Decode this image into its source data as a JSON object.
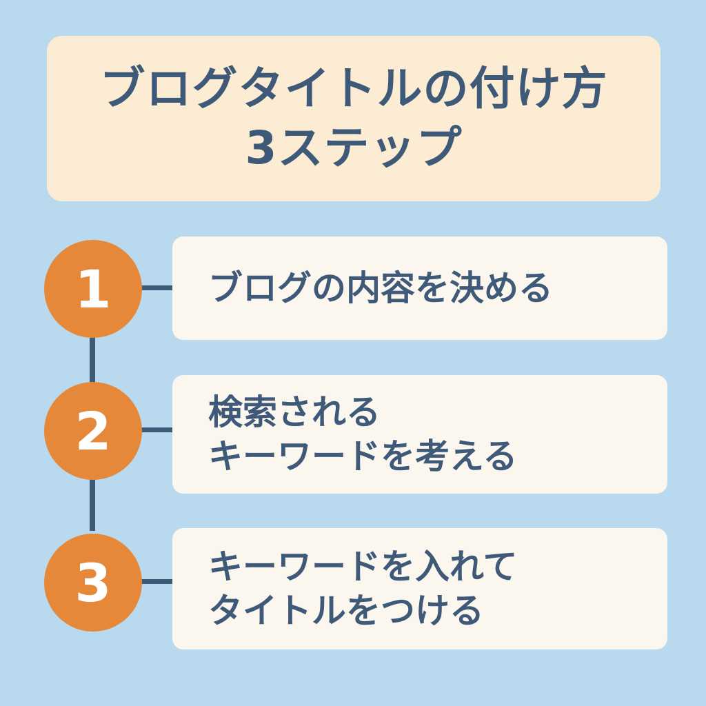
{
  "title": {
    "line1": "ブログタイトルの付け方",
    "line2": "3ステップ"
  },
  "steps": [
    {
      "number": "1",
      "lines": [
        "ブログの内容を決める"
      ]
    },
    {
      "number": "2",
      "lines": [
        "検索される",
        "キーワードを考える"
      ]
    },
    {
      "number": "3",
      "lines": [
        "キーワードを入れて",
        "タイトルをつける"
      ]
    }
  ],
  "colors": {
    "background": "#b9d9ee",
    "title_box": "#fbecd3",
    "accent_orange": "#e5883a",
    "text_navy": "#3f5a78",
    "card": "#fcf7ee"
  }
}
